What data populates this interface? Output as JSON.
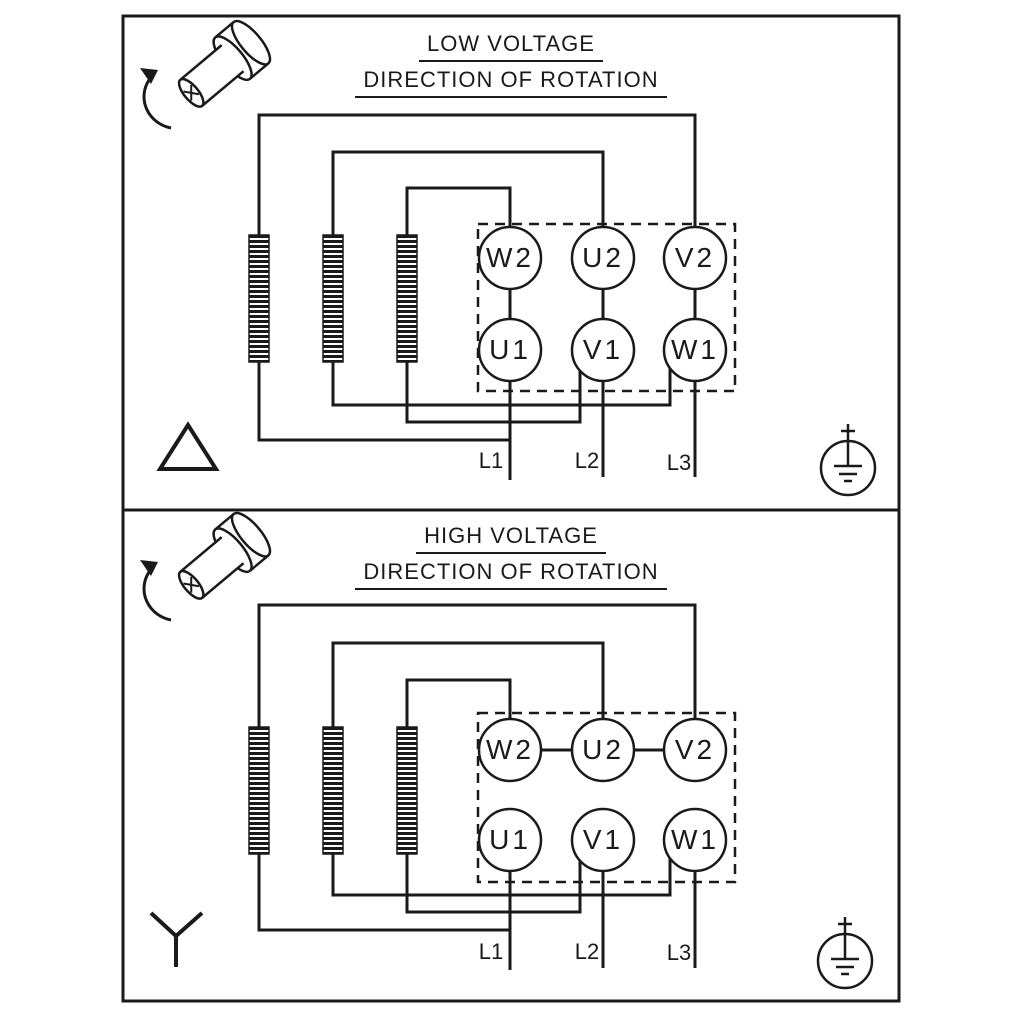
{
  "diagram": {
    "panels": [
      {
        "title": "LOW VOLTAGE",
        "subtitle": "DIRECTION OF ROTATION",
        "connection": "delta",
        "terminals": {
          "top_row": [
            "W2",
            "U2",
            "V2"
          ],
          "bottom_row": [
            "U1",
            "V1",
            "W1"
          ]
        },
        "lines": [
          "L1",
          "L2",
          "L3"
        ],
        "icons": [
          "rotation-direction-icon",
          "delta-symbol",
          "earth-ground-icon"
        ]
      },
      {
        "title": "HIGH VOLTAGE",
        "subtitle": "DIRECTION OF ROTATION",
        "connection": "star",
        "terminals": {
          "top_row": [
            "W2",
            "U2",
            "V2"
          ],
          "bottom_row": [
            "U1",
            "V1",
            "W1"
          ]
        },
        "lines": [
          "L1",
          "L2",
          "L3"
        ],
        "icons": [
          "rotation-direction-icon",
          "star-symbol",
          "earth-ground-icon"
        ]
      }
    ],
    "colors": {
      "ink": "#1a1a1a",
      "background": "#ffffff"
    }
  }
}
